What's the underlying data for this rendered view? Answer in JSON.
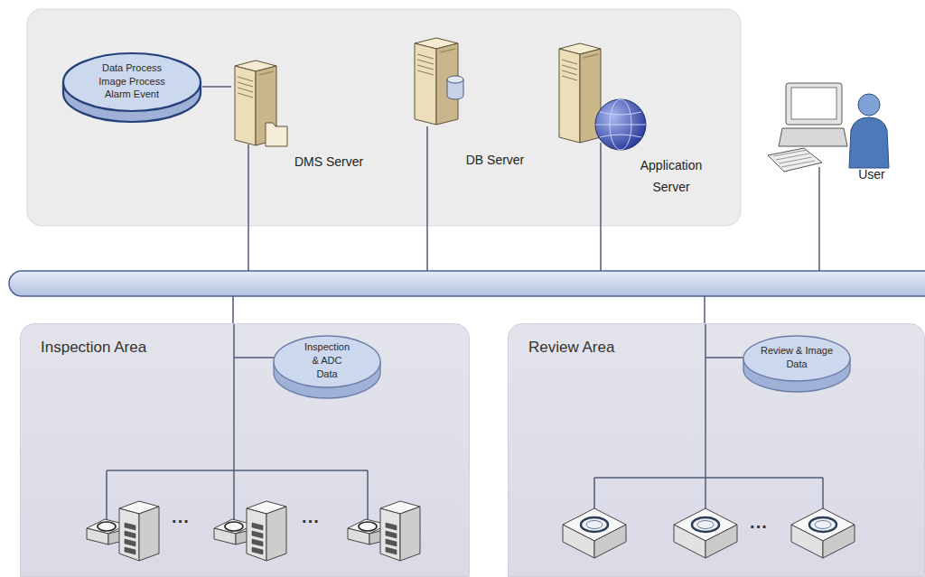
{
  "diagram": {
    "nodes": [
      {
        "text": [
          "Data Process Image Process Alarm Event"
        ]
      },
      {
        "text": [
          "DMS Server"
        ]
      },
      {
        "text": [
          "DB Server"
        ]
      },
      {
        "text": [
          "Application Server"
        ]
      },
      {
        "text": [
          "User"
        ]
      },
      {
        "text": [
          "Inspection Area"
        ]
      },
      {
        "text": [
          "Inspection & ADC Data"
        ],
        "in": 5
      },
      {
        "text": [
          "Review Area"
        ]
      },
      {
        "text": [
          "Review & Image Data"
        ],
        "in": 7
      }
    ],
    "edges": [
      {
        "from": 0,
        "to": 1,
        "arrow": "none"
      }
    ],
    "labels": [
      "···",
      "···",
      "···"
    ]
  }
}
